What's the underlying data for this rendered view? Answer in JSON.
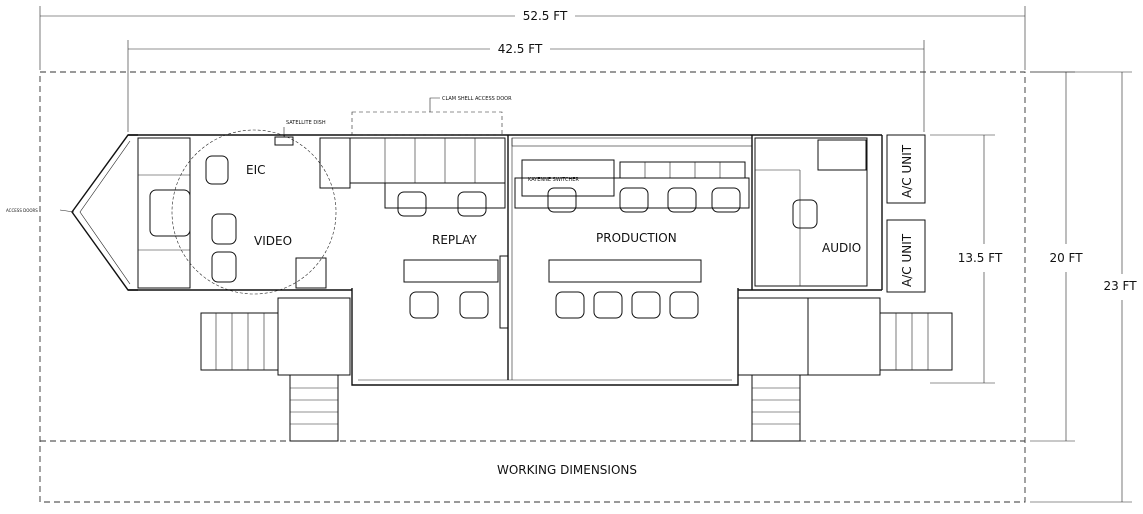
{
  "dimensions": {
    "overall_length": "52.5 FT",
    "trailer_length": "42.5 FT",
    "trailer_width": "13.5 FT",
    "working_width": "20 FT",
    "overall_width": "23 FT"
  },
  "labels": {
    "satellite_dish": "SATELLITE DISH",
    "clam_shell_door": "CLAM SHELL ACCESS DOOR",
    "access_doors": "ACCESS DOORS",
    "eic": "EIC",
    "video": "VIDEO",
    "replay": "REPLAY",
    "production": "PRODUCTION",
    "kayenne_switcher": "KAYENNE SWITCHER",
    "audio": "AUDIO",
    "ac_unit_1": "A/C UNIT",
    "ac_unit_2": "A/C UNIT",
    "working_dimensions": "WORKING DIMENSIONS"
  }
}
